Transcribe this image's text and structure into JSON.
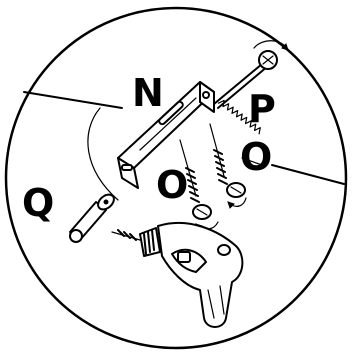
{
  "figure": {
    "callouts": {
      "bracket": "N",
      "wall_screws": "O",
      "wall_screws_second": "O",
      "long_screw": "P",
      "wall_anchor": "Q"
    },
    "icons": [
      "bracket",
      "wood-screw",
      "long-screw",
      "wall-plug",
      "power-drill",
      "rotation-arrow"
    ]
  }
}
